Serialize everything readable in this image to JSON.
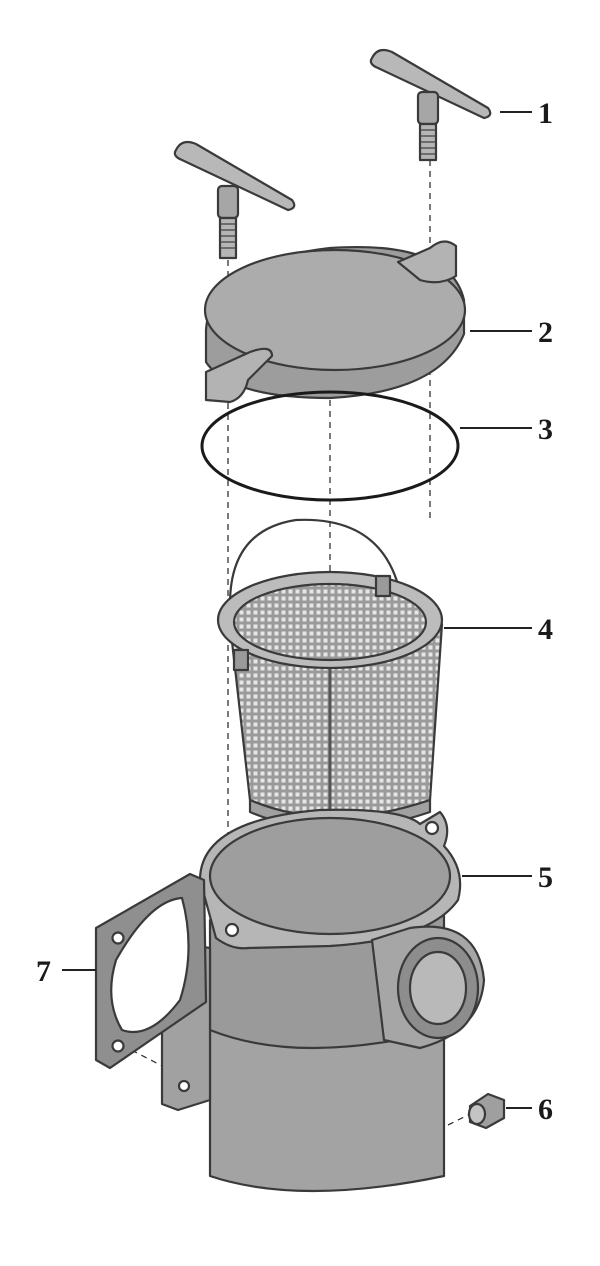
{
  "diagram": {
    "type": "exploded-parts-view",
    "callouts": [
      {
        "id": "callout-1",
        "label": "1"
      },
      {
        "id": "callout-2",
        "label": "2"
      },
      {
        "id": "callout-3",
        "label": "3"
      },
      {
        "id": "callout-4",
        "label": "4"
      },
      {
        "id": "callout-5",
        "label": "5"
      },
      {
        "id": "callout-6",
        "label": "6"
      },
      {
        "id": "callout-7",
        "label": "7"
      }
    ],
    "colors": {
      "part_fill": "#a9a9a9",
      "part_fill_light": "#c4c4c4",
      "part_fill_dark": "#8f8f8f",
      "outline": "#3a3a3a",
      "background": "#ffffff"
    }
  }
}
